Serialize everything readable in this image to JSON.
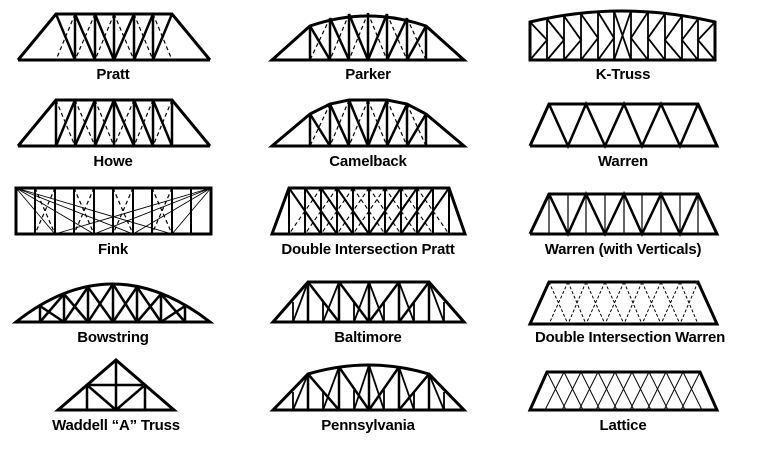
{
  "trusses": [
    {
      "id": "pratt",
      "name": "Pratt"
    },
    {
      "id": "parker",
      "name": "Parker"
    },
    {
      "id": "k-truss",
      "name": "K-Truss"
    },
    {
      "id": "howe",
      "name": "Howe"
    },
    {
      "id": "camelback",
      "name": "Camelback"
    },
    {
      "id": "warren",
      "name": "Warren"
    },
    {
      "id": "fink",
      "name": "Fink"
    },
    {
      "id": "double-intersection-pratt",
      "name": "Double Intersection Pratt"
    },
    {
      "id": "warren-with-verticals",
      "name": "Warren (with Verticals)"
    },
    {
      "id": "bowstring",
      "name": "Bowstring"
    },
    {
      "id": "baltimore",
      "name": "Baltimore"
    },
    {
      "id": "double-intersection-warren",
      "name": "Double Intersection Warren"
    },
    {
      "id": "waddell-a-truss",
      "name": "Waddell “A” Truss"
    },
    {
      "id": "pennsylvania",
      "name": "Pennsylvania"
    },
    {
      "id": "lattice",
      "name": "Lattice"
    }
  ],
  "colors": {
    "line": "#000000",
    "background": "#ffffff"
  }
}
